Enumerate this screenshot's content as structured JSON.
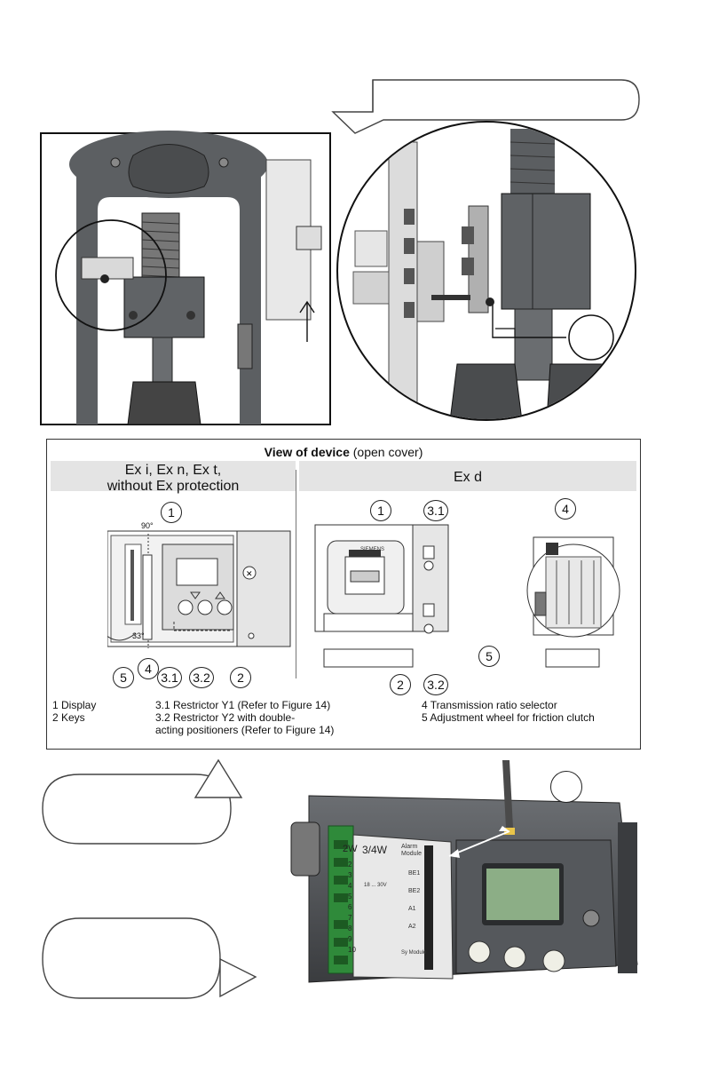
{
  "figure": {
    "title_bold": "View of device",
    "title_rest": " (open cover)",
    "left_header": [
      "Ex i, Ex n, Ex t,",
      "without Ex protection"
    ],
    "right_header": "Ex d",
    "left_callouts": [
      "1",
      "5",
      "4",
      "3.1",
      "3.2",
      "2"
    ],
    "right_callouts_mid": [
      "1",
      "3.1",
      "2",
      "3.2"
    ],
    "right_callouts_end": [
      "4",
      "5"
    ],
    "angle_labels": [
      "90°",
      "33°"
    ],
    "brand_label": "SIEMENS",
    "legend": {
      "col1": [
        "1  Display",
        "2  Keys"
      ],
      "col2": [
        "3.1  Restrictor Y1 (Refer to Figure 14)",
        "3.2  Restrictor Y2 with double-",
        "acting positioners (Refer to Figure 14)"
      ],
      "col3": [
        "4  Transmission ratio selector",
        "5  Adjustment wheel for friction clutch"
      ]
    }
  },
  "photo": {
    "terminal_header": "3/4W",
    "module_label": "Alarm Module",
    "terminal_left": "2W",
    "terminal_numbers": [
      "2",
      "3",
      "4",
      "5",
      "6",
      "7",
      "8",
      "9",
      "10"
    ],
    "alarm_labels": [
      "BE1",
      "BE2",
      "A1",
      "A2"
    ],
    "voltage_label": "18 ... 30V",
    "aux_label": "Sy Module"
  }
}
